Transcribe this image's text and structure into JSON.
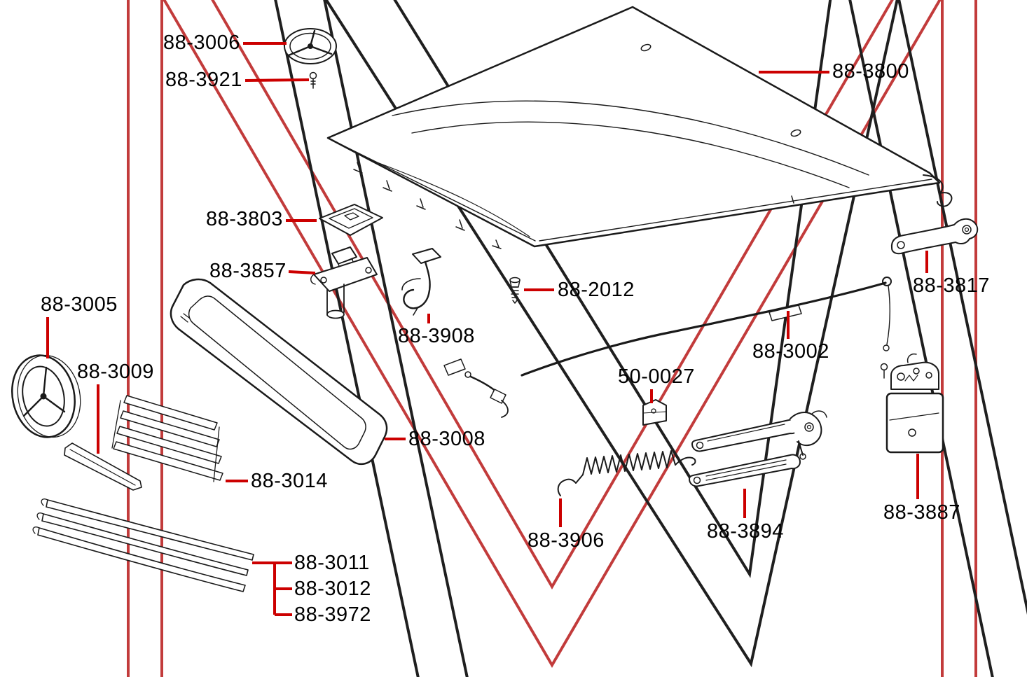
{
  "palette": {
    "leader_line": "#cc0000",
    "label_text": "#000000",
    "artwork_line": "#1a1a1a",
    "watermark_red": "#c23b3b",
    "watermark_black": "#1f1f1f",
    "background": "#ffffff"
  },
  "labels": [
    {
      "text": "88-3006"
    },
    {
      "text": "88-3921"
    },
    {
      "text": "88-3800"
    },
    {
      "text": "88-3803"
    },
    {
      "text": "88-3857"
    },
    {
      "text": "88-2012"
    },
    {
      "text": "88-3817"
    },
    {
      "text": "88-3908"
    },
    {
      "text": "88-3002"
    },
    {
      "text": "88-3005"
    },
    {
      "text": "88-3009"
    },
    {
      "text": "50-0027"
    },
    {
      "text": "88-3008"
    },
    {
      "text": "88-3014"
    },
    {
      "text": "88-3906"
    },
    {
      "text": "88-3894"
    },
    {
      "text": "88-3887"
    },
    {
      "text": "88-3011"
    },
    {
      "text": "88-3012"
    },
    {
      "text": "88-3972"
    }
  ]
}
